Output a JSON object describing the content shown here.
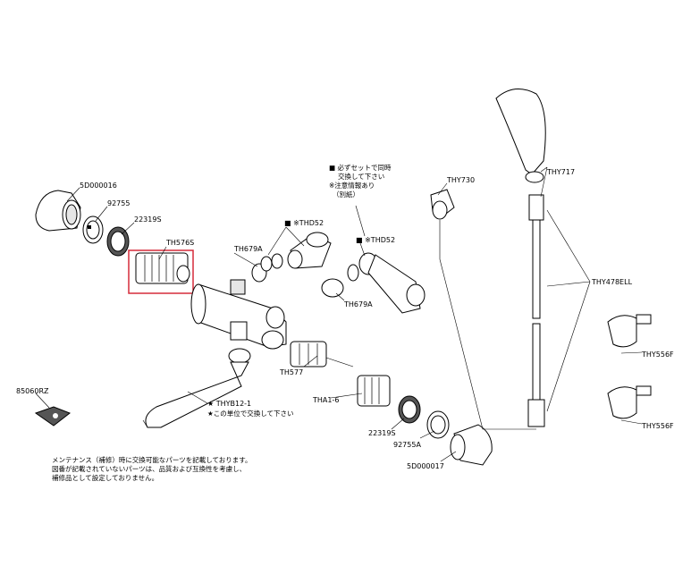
{
  "labels": {
    "p5d000016": "5D000016",
    "p92755": "92755",
    "p22319s": "22319S",
    "th576s": "TH576S",
    "th679a_1": "TH679A",
    "thd52_1": "■ ※THD52",
    "thd52_2": "■ ※THD52",
    "th679a_2": "TH679A",
    "thy730": "THY730",
    "thy717": "THY717",
    "thy478ell": "THY478ELL",
    "thy556f_1": "THY556F",
    "thy556f_2": "THY556F",
    "th577": "TH577",
    "tha1_6": "THA1-6",
    "p22319s_2": "22319S",
    "p92755a": "92755A",
    "p5d000017": "5D000017",
    "p85060rz": "85060RZ",
    "thyb12_1": "★ THYB12-1",
    "unit_note": "★この単位で交換して下さい"
  },
  "set_note": {
    "line1": "■ 必ずセットで同時",
    "line2": "交換して下さい",
    "line3": "※注意情報あり",
    "line4": "（別紙）"
  },
  "footer_note": {
    "line1": "メンテナンス（補修）時に交換可能なパーツを記載しております。",
    "line2": "図番が記載されていないパーツは、品質および互換性を考慮し、",
    "line3": "補修品として設定しておりません。"
  },
  "colors": {
    "highlight": "#d62b3a",
    "line": "#000000",
    "shade": "#e6e6e6"
  }
}
